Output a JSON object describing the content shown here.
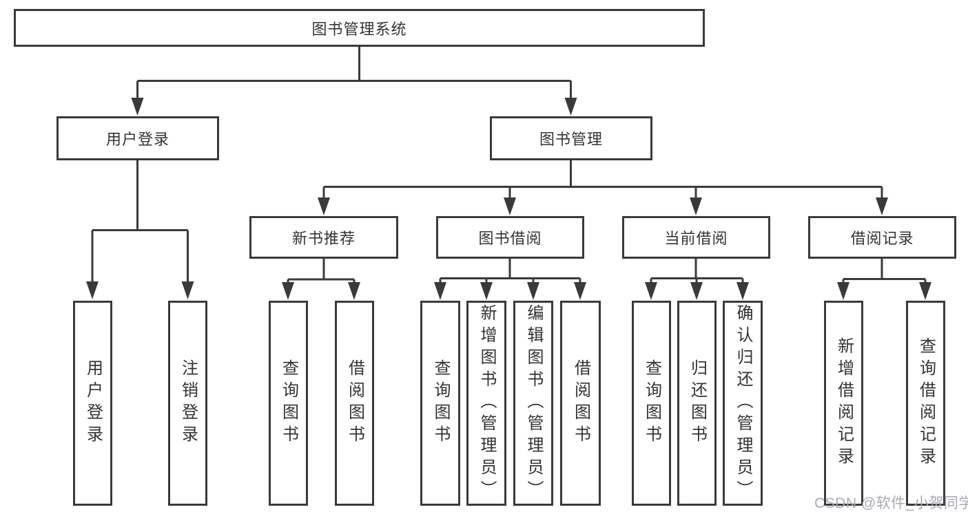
{
  "diagram": {
    "root": {
      "label": "图书管理系统"
    },
    "branches": [
      {
        "label": "用户登录",
        "children": [
          {
            "label": "用户登录"
          },
          {
            "label": "注销登录"
          }
        ]
      },
      {
        "label": "图书管理",
        "children": [
          {
            "label": "新书推荐",
            "children": [
              {
                "label": "查询图书"
              },
              {
                "label": "借阅图书"
              }
            ]
          },
          {
            "label": "图书借阅",
            "children": [
              {
                "label": "查询图书"
              },
              {
                "label": "新增图书（管理员）"
              },
              {
                "label": "编辑图书（管理员）"
              },
              {
                "label": "借阅图书"
              }
            ]
          },
          {
            "label": "当前借阅",
            "children": [
              {
                "label": "查询图书"
              },
              {
                "label": "归还图书"
              },
              {
                "label": "确认归还（管理员）"
              }
            ]
          },
          {
            "label": "借阅记录",
            "children": [
              {
                "label": "新增借阅记录"
              },
              {
                "label": "查询借阅记录"
              }
            ]
          }
        ]
      }
    ],
    "watermark": "CSDN @软件_小贺同学",
    "colors": {
      "line": "#3a3a3a",
      "text": "#333333",
      "watermark_text": "#a9a9b2",
      "background": "#ffffff"
    }
  }
}
